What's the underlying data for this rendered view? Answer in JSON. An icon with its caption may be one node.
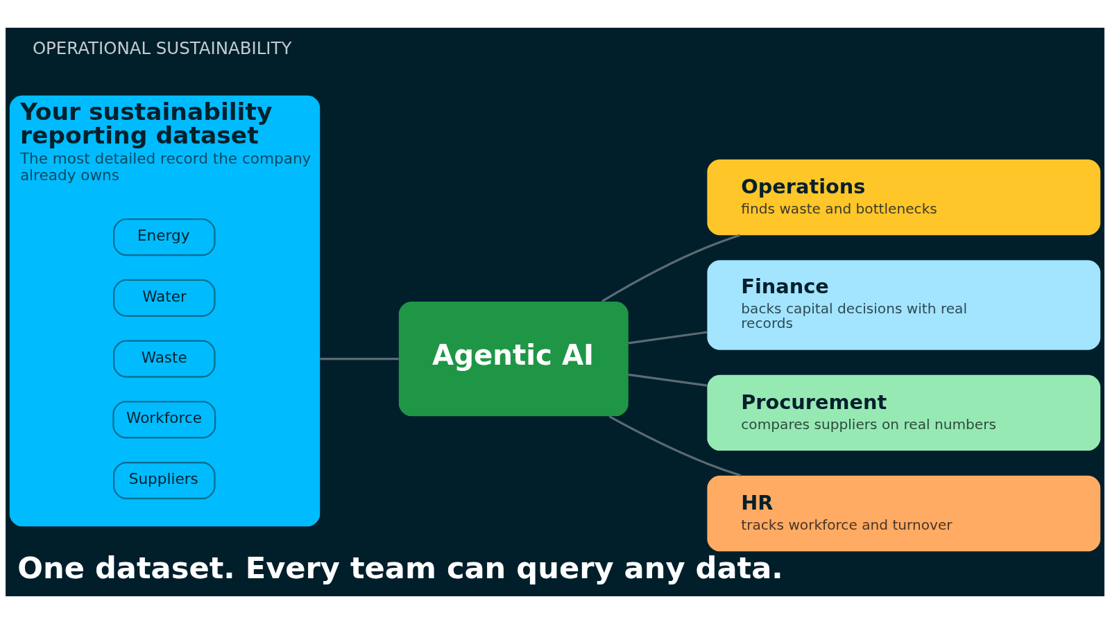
{
  "diagram": {
    "title": "OPERATIONAL SUSTAINABILITY",
    "caption": "One dataset. Every team can query any data.",
    "nodes": [
      {
        "text": [
          "Your sustainability reporting dataset",
          "The most detailed record the company already owns"
        ]
      },
      {
        "text": [
          "Energy"
        ],
        "in": 0
      },
      {
        "text": [
          "Water"
        ],
        "in": 0
      },
      {
        "text": [
          "Waste"
        ],
        "in": 0
      },
      {
        "text": [
          "Workforce"
        ],
        "in": 0
      },
      {
        "text": [
          "Suppliers"
        ],
        "in": 0
      },
      {
        "text": [
          "Agentic AI"
        ]
      },
      {
        "text": [
          "Operations",
          "finds waste and bottlenecks"
        ]
      },
      {
        "text": [
          "Finance",
          "backs capital decisions with real records"
        ]
      },
      {
        "text": [
          "Procurement",
          "compares suppliers on real numbers"
        ]
      },
      {
        "text": [
          "HR",
          "tracks workforce and turnover"
        ]
      }
    ],
    "edges": [
      {
        "from": 0,
        "to": 6,
        "arrow": "none"
      },
      {
        "from": 6,
        "to": 7,
        "arrow": "none"
      },
      {
        "from": 6,
        "to": 8,
        "arrow": "none"
      },
      {
        "from": 6,
        "to": 9,
        "arrow": "none"
      },
      {
        "from": 6,
        "to": 10,
        "arrow": "none"
      }
    ]
  }
}
